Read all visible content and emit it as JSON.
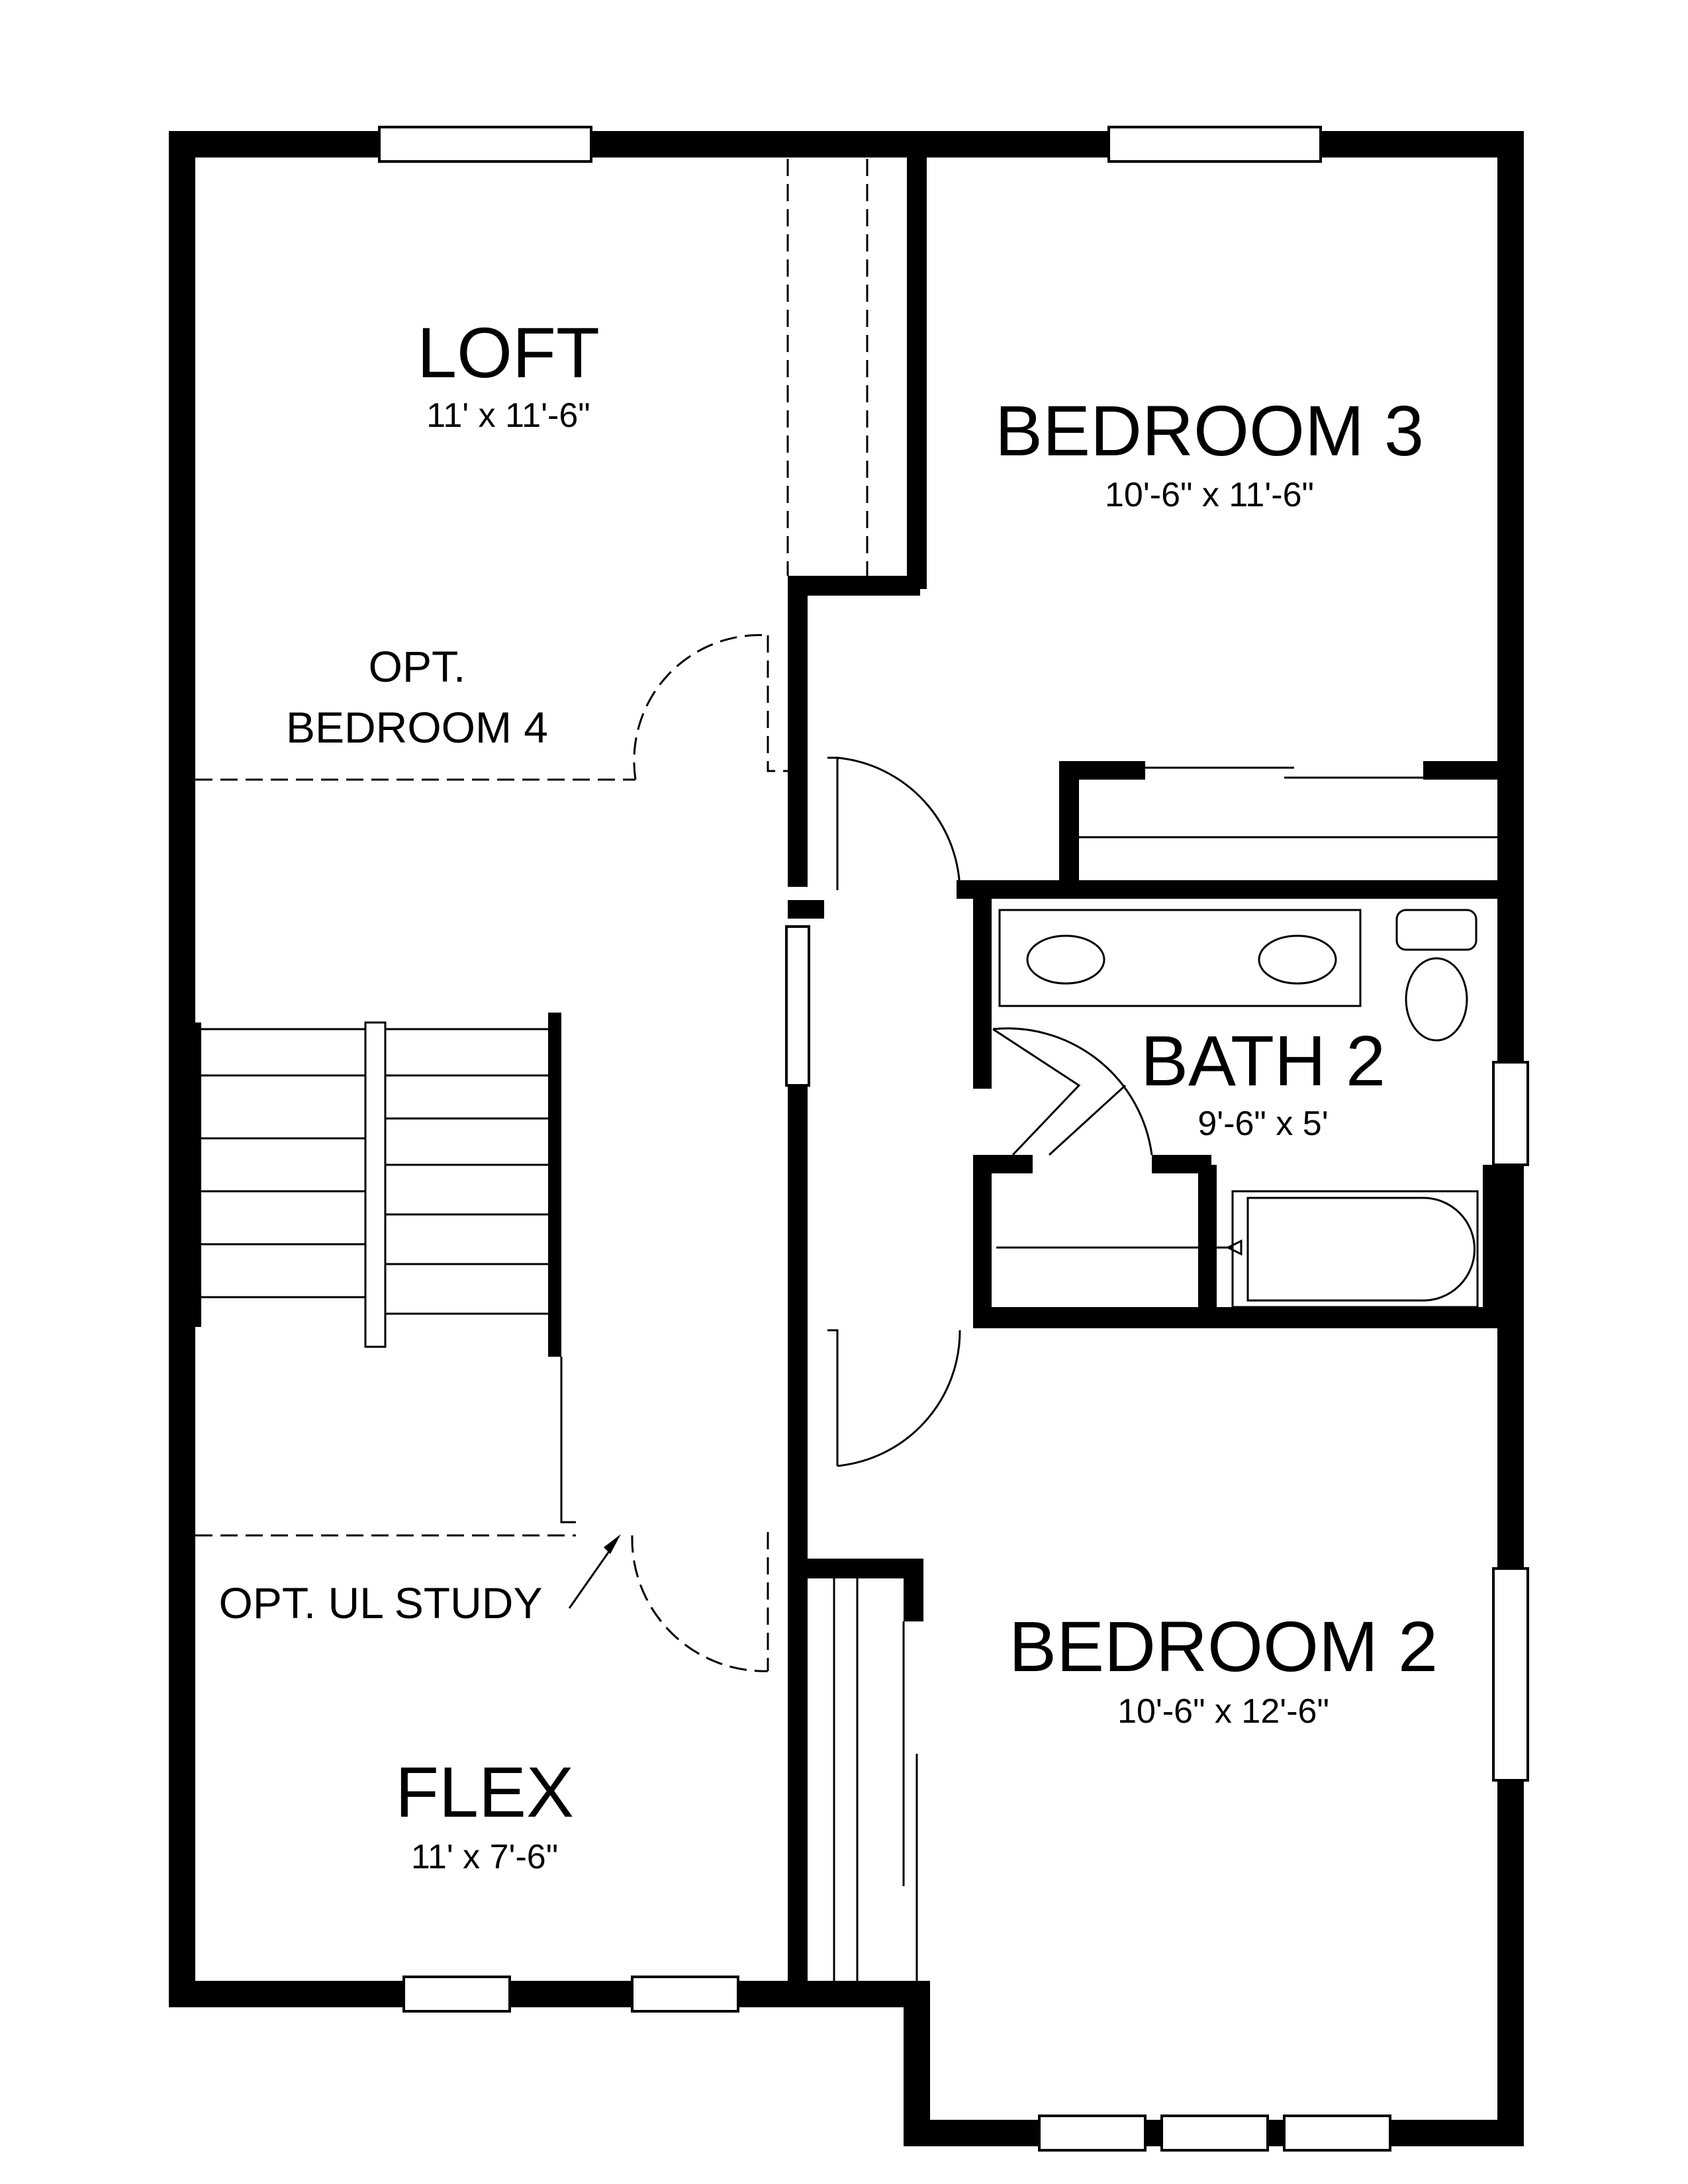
{
  "rooms": {
    "loft": {
      "name": "LOFT",
      "dims": "11' x 11'-6\""
    },
    "bedroom3": {
      "name": "BEDROOM 3",
      "dims": "10'-6\" x 11'-6\""
    },
    "opt_bedroom4": {
      "line1": "OPT.",
      "line2": "BEDROOM 4"
    },
    "bath2": {
      "name": "BATH 2",
      "dims": "9'-6\" x 5'"
    },
    "opt_ul_study": {
      "name": "OPT. UL STUDY"
    },
    "bedroom2": {
      "name": "BEDROOM 2",
      "dims": "10'-6\" x 12'-6\""
    },
    "flex": {
      "name": "FLEX",
      "dims": "11' x 7'-6\""
    }
  }
}
